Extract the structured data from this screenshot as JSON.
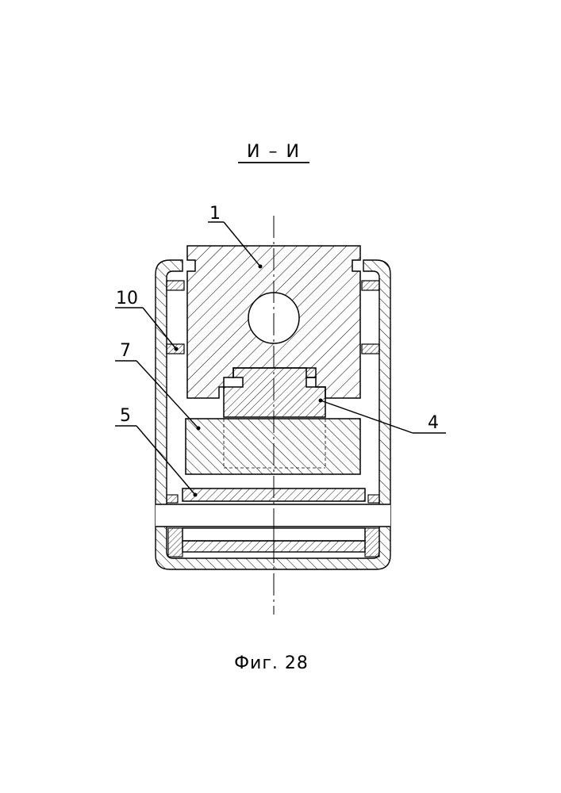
{
  "section_title": "И – И",
  "figure_caption": "Фиг. 28",
  "labels": {
    "part_1": "1",
    "part_4": "4",
    "part_5": "5",
    "part_7": "7",
    "part_10": "10"
  }
}
